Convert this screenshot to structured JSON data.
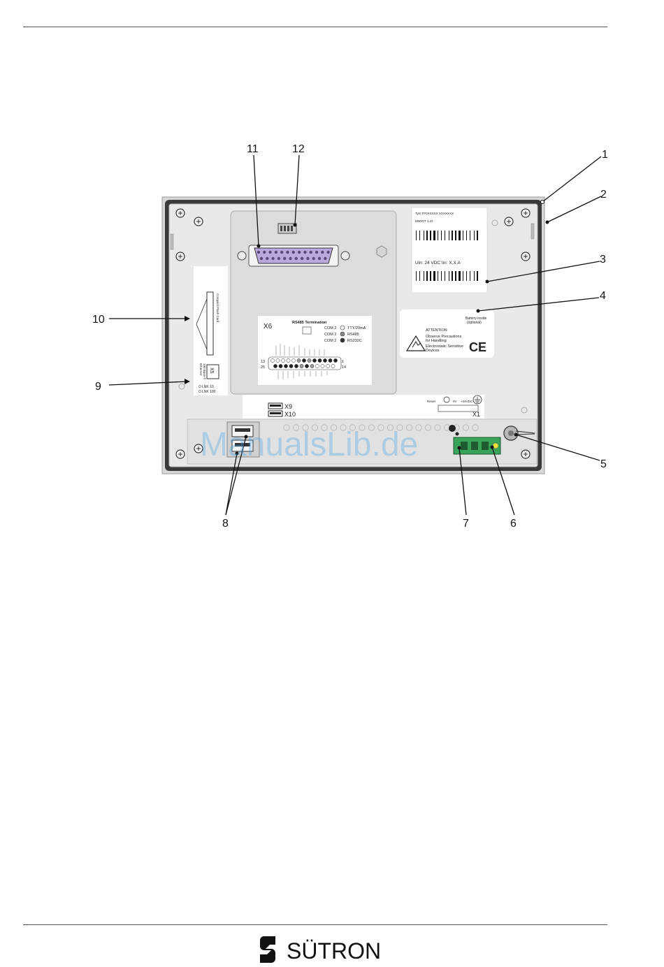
{
  "callouts": [
    "1",
    "2",
    "3",
    "4",
    "5",
    "6",
    "7",
    "8",
    "9",
    "10",
    "11",
    "12"
  ],
  "device": {
    "port_x6": "X6",
    "rs485_title": "RS485 Termination",
    "com_rows": [
      {
        "label": "COM 2",
        "mode": "TTY/20mA"
      },
      {
        "label": "COM 2",
        "mode": "RS485"
      },
      {
        "label": "COM 2",
        "mode": "RS232C"
      }
    ],
    "pin_left_top": "13",
    "pin_left_bottom": "25",
    "pin_right_top": "1",
    "pin_right_bottom": "14",
    "type_plate": {
      "line1": "TyG  TP0XXXXX XXXXXXX",
      "line2": "EBOOT 1.22",
      "power": "Uin: 24 VDC    Iin: X,X A"
    },
    "battery_label": [
      "Battery inside",
      "(optional)"
    ],
    "attention": {
      "title": "ATTENTION",
      "line1": "Observe Precautions",
      "line2": "for Handling",
      "line3": "Electrostatic Sensitive",
      "line4": "Devices",
      "ce_mark": "CE"
    },
    "port_x9": "X9",
    "port_x10": "X10",
    "port_x1": "X1",
    "port_x5": "X5",
    "x1_labels": [
      "Reset",
      "0V",
      "+24VDC"
    ],
    "ethernet_labels": [
      "Ethernet",
      "100 Base-T"
    ],
    "led_labels": [
      "LNK 10",
      "LNK 100"
    ],
    "cf_label": "Compact Flash Card"
  },
  "watermark": "ManualsLib.de",
  "footer": {
    "brand": "SÜTRON"
  },
  "colors": {
    "connector_green": "#3aa35a",
    "db25_purple": "#b9a8dc",
    "panel_gray": "#e6e6e6"
  }
}
